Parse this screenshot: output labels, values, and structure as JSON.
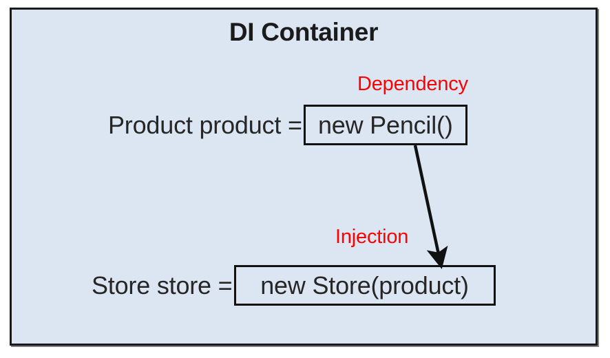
{
  "container": {
    "title": "DI Container",
    "fill_color": "#dce6f3",
    "border_color": "#1a1a1a"
  },
  "statements": [
    {
      "id": "dependency",
      "lhs": "Product product =",
      "boxed_expression": "new Pencil()",
      "annotation": "Dependency",
      "annotation_color": "#ff0000"
    },
    {
      "id": "injection",
      "lhs": "Store store =",
      "boxed_expression": "new Store(product)",
      "annotation": "Injection",
      "annotation_color": "#ff0000"
    }
  ],
  "arrow": {
    "name": "injection-arrow",
    "from": "new Pencil()",
    "to": "new Store(product)",
    "color": "#111111"
  }
}
